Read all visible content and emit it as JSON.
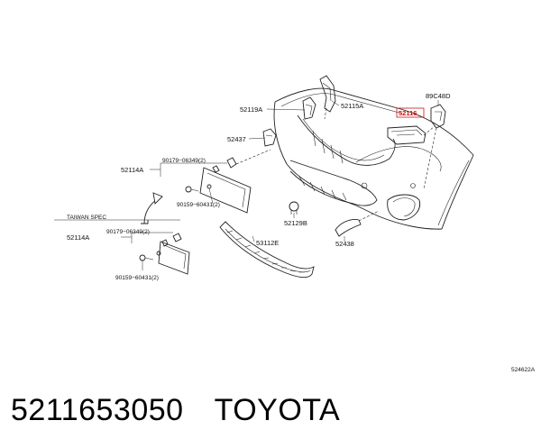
{
  "labels": {
    "p52115A": "52115A",
    "p89C48D": "89C48D",
    "p52119A": "52119A",
    "p52116": "52116",
    "p52437": "52437",
    "p90179a": "90179−06349(2)",
    "p52114A": "52114A",
    "p90159a": "90159−60431(2)",
    "taiwan": "TAIWAN SPEC",
    "p52114Ab": "52114A",
    "p90179b": "90179−06349(2)",
    "p90159b": "90159−60431(2)",
    "p53112E": "53112E",
    "p52129B": "52129B",
    "p52438": "52438",
    "figcode": "524622A"
  },
  "footer": {
    "part_number": "5211653050",
    "brand": "TOYOTA"
  },
  "highlight_color": "#cc1111"
}
